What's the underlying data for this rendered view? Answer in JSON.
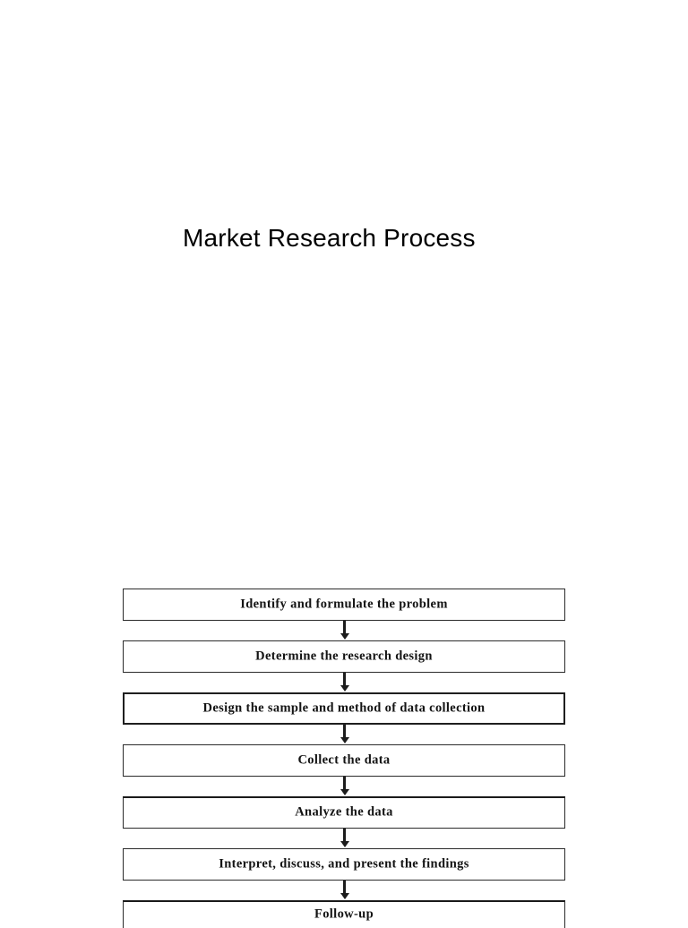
{
  "document": {
    "title": "Market Research Process",
    "background_color": "#ffffff",
    "text_color": "#000000"
  },
  "flowchart": {
    "name": "market-research-process-flowchart",
    "orientation": "vertical",
    "connector": "down-arrow",
    "box_border_color": "#2b2b2b",
    "box_fill_color": "#ffffff",
    "steps": [
      {
        "index": 1,
        "label": "Identify and formulate the problem"
      },
      {
        "index": 2,
        "label": "Determine the research design"
      },
      {
        "index": 3,
        "label": "Design the sample and method of data collection"
      },
      {
        "index": 4,
        "label": "Collect the data"
      },
      {
        "index": 5,
        "label": "Analyze the data"
      },
      {
        "index": 6,
        "label": "Interpret, discuss, and present the findings"
      },
      {
        "index": 7,
        "label": "Follow-up"
      }
    ]
  }
}
